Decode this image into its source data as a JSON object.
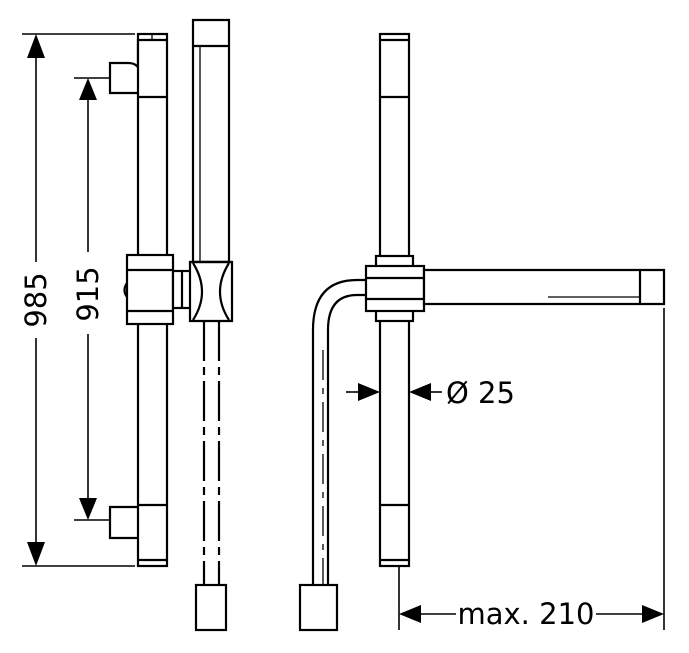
{
  "diagram": {
    "labels": {
      "height_total": "985",
      "height_spacing": "915",
      "bar_diameter": "Ø 25",
      "max_depth": "max. 210"
    }
  }
}
